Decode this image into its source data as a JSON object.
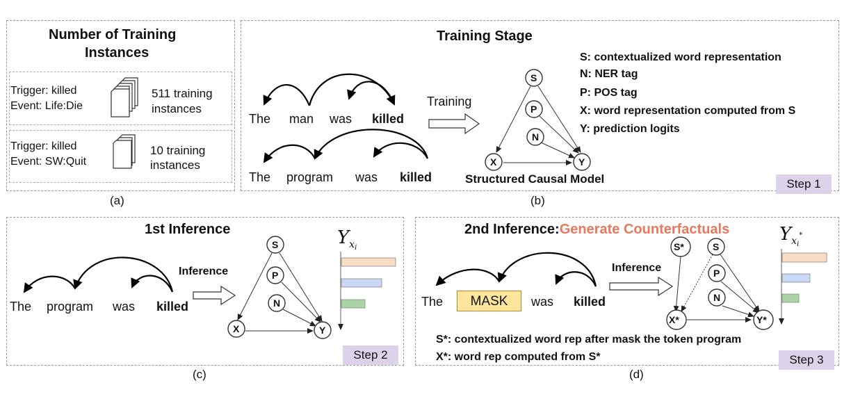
{
  "panel_a": {
    "title_line1": "Number of Training",
    "title_line2": "Instances",
    "item1": {
      "trigger": "Trigger: killed",
      "event": "Event: Life:Die",
      "count_line1": "511  training",
      "count_line2": "instances"
    },
    "item2": {
      "trigger": "Trigger: killed",
      "event": "Event: SW:Quit",
      "count_line1": "10  training",
      "count_line2": "instances"
    },
    "caption": "(a)"
  },
  "panel_b": {
    "title": "Training Stage",
    "sentence1": [
      "The",
      "man",
      "was",
      "killed"
    ],
    "sentence2": [
      "The",
      "program",
      "was",
      "killed"
    ],
    "arrow_label": "Training",
    "model_label": "Structured Causal Model",
    "legend": [
      "S: contextualized word representation",
      "N: NER tag",
      "P: POS tag",
      "X: word representation computed from S",
      "Y: prediction logits"
    ],
    "step": "Step 1",
    "caption": "(b)"
  },
  "panel_c": {
    "title": "1st Inference",
    "sentence": [
      "The",
      "program",
      "was",
      "killed"
    ],
    "arrow_label": "Inference",
    "y_label": "Y",
    "y_sub": "x",
    "y_subsub": "i",
    "step": "Step 2",
    "caption": "(c)"
  },
  "panel_d": {
    "title_prefix": "2nd Inference:",
    "title_highlight": "Generate Counterfactuals",
    "sentence": [
      "The",
      "MASK",
      "was",
      "killed"
    ],
    "arrow_label": "Inference",
    "y_label": "Y",
    "y_sub": "x",
    "y_subsub": "i",
    "y_star": "*",
    "notes": [
      "S*: contextualized word rep after mask the token program",
      "X*: word rep computed from S*"
    ],
    "step": "Step 3",
    "caption": "(d)"
  },
  "nodes": {
    "S": "S",
    "P": "P",
    "N": "N",
    "X": "X",
    "Y": "Y",
    "S_star": "S*",
    "X_star": "X*",
    "Y_star": "Y*"
  },
  "colors": {
    "bar_orange": "#f8dcc4",
    "bar_blue": "#c9d8f4",
    "bar_green": "#a9d4a4",
    "step_bg": "#dcd3ea",
    "mask_bg": "#fde69b",
    "highlight": "#e8795f"
  }
}
